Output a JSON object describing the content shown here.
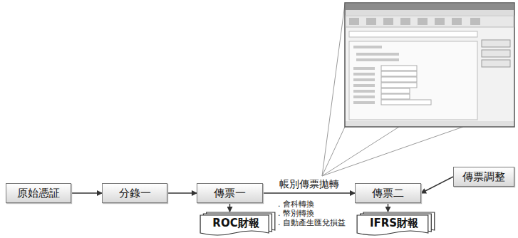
{
  "diagram": {
    "nodes": [
      {
        "text": [
          "原始憑証"
        ]
      },
      {
        "text": [
          "分錄一"
        ]
      },
      {
        "text": [
          "傳票一"
        ]
      },
      {
        "text": [
          "傳票二"
        ]
      },
      {
        "text": [
          "傳票調整"
        ]
      },
      {
        "text": [
          "ROC財報"
        ]
      },
      {
        "text": [
          "IFRS財報"
        ]
      }
    ],
    "edges": [
      {
        "from": 0,
        "to": 1,
        "arrow": "to"
      },
      {
        "from": 1,
        "to": 2,
        "arrow": "to"
      },
      {
        "from": 2,
        "to": 3,
        "arrow": "to",
        "label": "帳別傳票拋轉"
      },
      {
        "from": 4,
        "to": 3,
        "arrow": "to"
      },
      {
        "from": 2,
        "to": 5,
        "arrow": "to"
      },
      {
        "from": 3,
        "to": 6,
        "arrow": "to"
      }
    ],
    "labels": [
      ". 會科轉換",
      ". 幣別轉換",
      ". 自動產生匯兌損益"
    ]
  }
}
